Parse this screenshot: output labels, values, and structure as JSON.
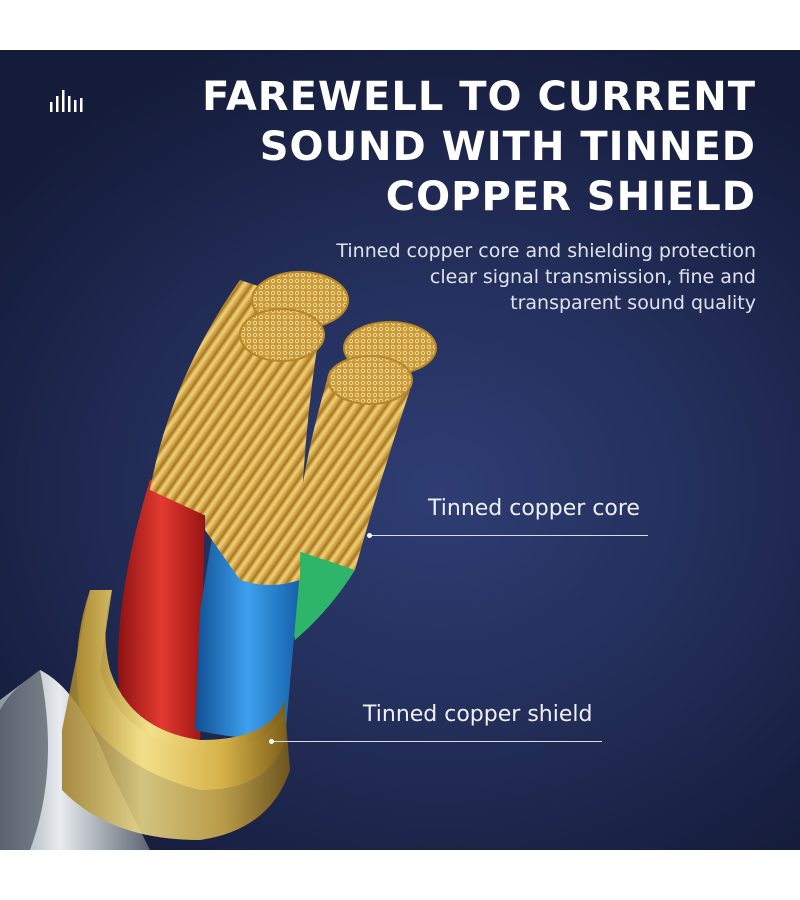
{
  "headline": {
    "line1": "FAREWELL TO CURRENT",
    "line2": "SOUND WITH TINNED",
    "line3": "COPPER SHIELD"
  },
  "subtext": {
    "line1": "Tinned copper core and shielding protection",
    "line2": "clear signal transmission, fine and",
    "line3": "transparent sound quality"
  },
  "callouts": {
    "core": "Tinned copper core",
    "shield": "Tinned copper shield"
  },
  "icons": {
    "corner": "sound-wave-icon"
  },
  "colors": {
    "background": "#222c55",
    "copper": "#d9a94a",
    "red_insulation": "#d42a2a",
    "blue_insulation": "#1f86d8",
    "green_insulation": "#2fb56a",
    "text": "#ffffff"
  }
}
